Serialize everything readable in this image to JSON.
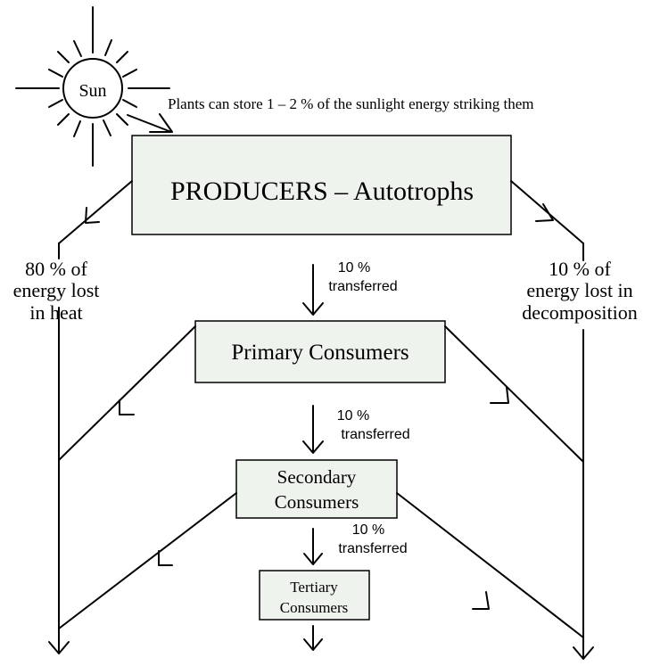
{
  "sun": {
    "label": "Sun"
  },
  "note": "Plants can store 1 – 2 % of the sunlight energy striking them",
  "levels": {
    "producers": "PRODUCERS – Autotrophs",
    "primary": "Primary Consumers",
    "secondary": [
      "Secondary",
      "Consumers"
    ],
    "tertiary": [
      "Tertiary",
      "Consumers"
    ]
  },
  "transfers": {
    "t1": [
      "10 %",
      "transferred"
    ],
    "t2": [
      "10 %",
      "transferred"
    ],
    "t3": [
      "10 %",
      "transferred"
    ]
  },
  "losses": {
    "heat": [
      "80 % of",
      "energy lost",
      "in heat"
    ],
    "decomposition": [
      "10 % of",
      "energy lost in",
      "decomposition"
    ]
  },
  "colors": {
    "box_fill": "#eef3ee",
    "line": "#000000"
  }
}
